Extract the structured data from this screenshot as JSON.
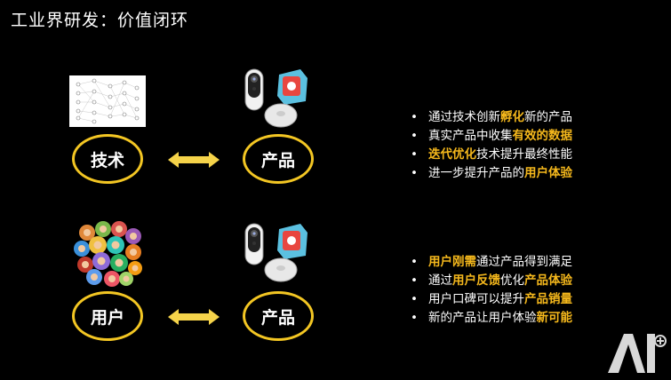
{
  "title": "工业界研发：价值闭环",
  "colors": {
    "accent": "#f3c623",
    "highlight": "#f5b81c",
    "background": "#000000"
  },
  "loop1": {
    "left_label": "技术",
    "right_label": "产品",
    "bullets": [
      [
        {
          "t": "通过技术创新",
          "h": false
        },
        {
          "t": "孵化",
          "h": true
        },
        {
          "t": "新的产品",
          "h": false
        }
      ],
      [
        {
          "t": "真实产品中收集",
          "h": false
        },
        {
          "t": "有效的数据",
          "h": true
        }
      ],
      [
        {
          "t": "迭代优化",
          "h": true
        },
        {
          "t": "技术提升最终性能",
          "h": false
        }
      ],
      [
        {
          "t": "进一步提升产品的",
          "h": false
        },
        {
          "t": "用户体验",
          "h": true
        }
      ]
    ]
  },
  "loop2": {
    "left_label": "用户",
    "right_label": "产品",
    "bullets": [
      [
        {
          "t": "用户刚需",
          "h": true
        },
        {
          "t": "通过产品得到满足",
          "h": false
        }
      ],
      [
        {
          "t": "通过",
          "h": false
        },
        {
          "t": "用户反馈",
          "h": true
        },
        {
          "t": "优化",
          "h": false
        },
        {
          "t": "产品体验",
          "h": true
        }
      ],
      [
        {
          "t": "用户口碑可以提升",
          "h": false
        },
        {
          "t": "产品销量",
          "h": true
        }
      ],
      [
        {
          "t": "新的产品让用户体验",
          "h": false
        },
        {
          "t": "新可能",
          "h": true
        }
      ]
    ]
  },
  "icons": {
    "network": "neural-network-icon",
    "products": "smart-devices-icon",
    "users": "user-crowd-icon",
    "logo": "ai-logo-icon"
  },
  "logo_text": "AI"
}
